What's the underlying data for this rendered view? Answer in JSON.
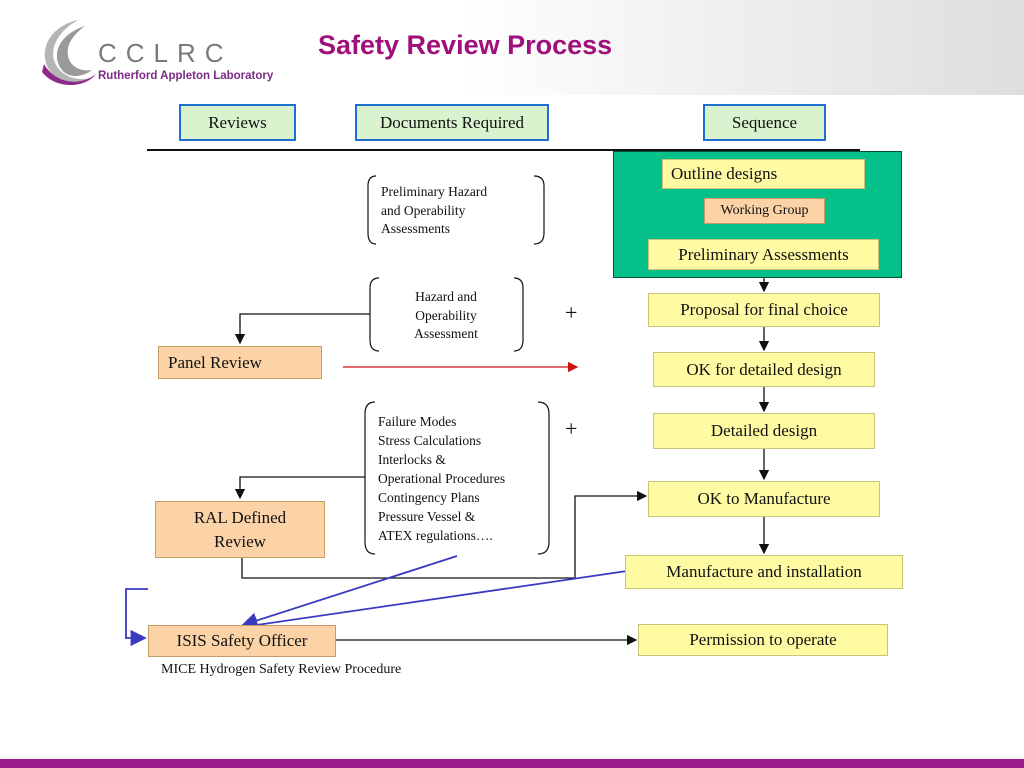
{
  "header": {
    "logo_text": "CCLRC",
    "logo_subtitle": "Rutherford Appleton Laboratory",
    "title": "Safety Review Process"
  },
  "columns": {
    "reviews": "Reviews",
    "documents": "Documents Required",
    "sequence": "Sequence"
  },
  "documents": {
    "doc1": [
      "Preliminary Hazard",
      "and Operability",
      "Assessments"
    ],
    "doc2": [
      "Hazard and",
      "Operability",
      "Assessment"
    ],
    "doc3": [
      "Failure Modes",
      "Stress Calculations",
      "Interlocks &",
      "Operational Procedures",
      "Contingency Plans",
      "Pressure Vessel &",
      "ATEX regulations…."
    ]
  },
  "plus_sign": "+",
  "reviews": {
    "panel_review": "Panel Review",
    "ral_defined_review": "RAL Defined Review",
    "isis_safety_officer": "ISIS Safety Officer"
  },
  "sequence": {
    "outline_designs": "Outline designs",
    "working_group": "Working Group",
    "preliminary_assessments": "Preliminary Assessments",
    "proposal_final_choice": "Proposal for final choice",
    "ok_detailed_design": "OK for detailed design",
    "detailed_design": "Detailed design",
    "ok_to_manufacture": "OK to Manufacture",
    "manufacture_installation": "Manufacture and installation",
    "permission_to_operate": "Permission to operate"
  },
  "caption": "MICE Hydrogen Safety Review Procedure",
  "colors": {
    "title": "#a0107a",
    "bottom_bar": "#9b1a8c",
    "header_box_fill": "#d9f3cf",
    "header_box_border": "#1f6fd0",
    "orange_fill": "#fbd3a6",
    "yellow_fill": "#fffba3",
    "green_area": "#06c08a",
    "red_arrow": "#cc1111",
    "blue_line": "#3a3ac0"
  }
}
